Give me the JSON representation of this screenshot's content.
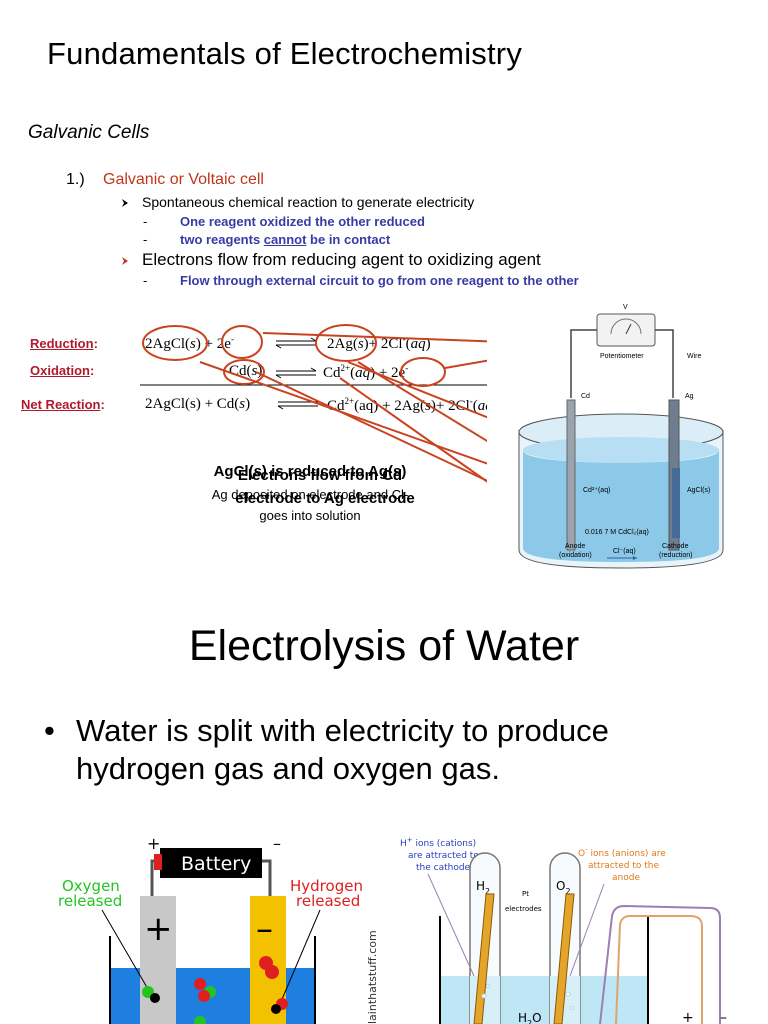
{
  "section1": {
    "title": "Fundamentals of Electrochemistry",
    "subtitle": "Galvanic Cells",
    "item_number": "1.)",
    "item_title": "Galvanic or Voltaic cell",
    "bullets": [
      {
        "text": "Spontaneous chemical reaction to generate electricity",
        "details": [
          {
            "dash": "-",
            "text": "One reagent oxidized the other reduced"
          },
          {
            "dash": "-",
            "pre": "two reagents ",
            "underlined": "cannot",
            "post": " be in contact"
          }
        ]
      },
      {
        "text": "Electrons flow from reducing agent to oxidizing agent",
        "details": [
          {
            "dash": "-",
            "text": "Flow through external circuit to go from one reagent to the other"
          }
        ]
      }
    ],
    "reactions": {
      "reduction_label": "Reduction",
      "oxidation_label": "Oxidation",
      "net_label": "Net Reaction",
      "colon": ":",
      "reduction": {
        "left1": "2AgCl(",
        "s1": "s",
        "left2": ")  +  2e",
        "sup1": "-",
        "right1": "2Ag(",
        "s2": "s",
        "right2": ")+ 2Cl",
        "sup2": "-",
        "right3": "(",
        "aq": "aq",
        "right4": ")"
      },
      "oxidation": {
        "left1": "Cd(",
        "s1": "s",
        "left2": ")",
        "right1": "Cd",
        "sup1": "2+",
        "right2": "(",
        "aq": "aq",
        "right3": ")  +  2e",
        "sup2": "-"
      },
      "net": {
        "text1": "2AgCl(s)  +  Cd(",
        "s1": "s",
        "text2": ")",
        "text3": "Cd",
        "sup1": "2+",
        "text4": "(aq)  +  2Ag(",
        "s2": "s",
        "text5": ")+ 2Cl",
        "sup2": "-",
        "text6": "(",
        "aq": "aq",
        "text7": ")"
      }
    },
    "overlap_text": {
      "line1a": "AgCl(s) is reduced to Ag(s)",
      "line1b": "Electrons flow from Cd",
      "line2a": "Ag deposited on electrode and Cl-",
      "line2b": "electrode to Ag electrode",
      "line3": "goes into solution"
    },
    "diagram_labels": {
      "v": "V",
      "potentiometer": "Potentiometer",
      "wire": "Wire",
      "cd": "Cd",
      "ag": "Ag",
      "cd_ion": "Cd²⁺(aq)",
      "agcl": "AgCl(s)",
      "solution": "0.016 7 M CdCl₂(aq)",
      "anode": "Anode",
      "anode_sub": "(oxidation)",
      "cl_ion": "Cl⁻(aq)",
      "cathode": "Cathode",
      "cathode_sub": "(reduction)"
    }
  },
  "section2": {
    "title": "Electrolysis of Water",
    "bullet_dot": "•",
    "bullet_text": "Water is split with electricity to produce hydrogen gas and oxygen gas.",
    "left_diagram": {
      "battery": "Battery",
      "plus": "+",
      "minus": "–",
      "oxygen_line1": "Oxygen",
      "oxygen_line2": "released",
      "hydrogen_line1": "Hydrogen",
      "hydrogen_line2": "released",
      "electrode_plus": "+",
      "electrode_minus": "–",
      "watermark": "lainthatstuff.com"
    },
    "right_diagram": {
      "cations_h": "H",
      "cations_sup": "+",
      "cations_rest1": " ions (cations)",
      "cations_rest2": "are attracted to",
      "cations_rest3": "the cathode",
      "anions_o": "O",
      "anions_sup": "-",
      "anions_rest1": " ions (anions) are",
      "anions_rest2": "attracted to the",
      "anions_rest3": "anode",
      "h2": "H",
      "h2_sub": "2",
      "o2": "O",
      "o2_sub": "2",
      "pt1": "Pt",
      "pt2": "electrodes",
      "h2o": "H",
      "h2o_sub": "2",
      "h2o_o": "O",
      "plus": "+",
      "minus": "–"
    },
    "colors": {
      "accent_red": "#c0361a",
      "detail_blue": "#3a3aa6",
      "oxygen_green": "#22c422",
      "hydrogen_red": "#e02020",
      "water_blue": "#1e7fe0",
      "electrode_yellow": "#f2c200",
      "arrow": "#c9431f"
    }
  }
}
